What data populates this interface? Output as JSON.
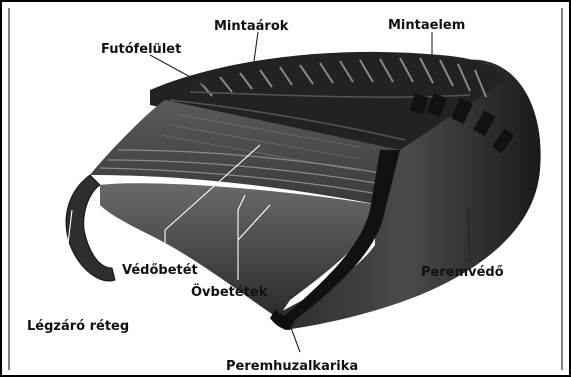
{
  "labels": {
    "tread_grooves": "Mintaárok",
    "tread_element": "Mintaelem",
    "tread_surface": "Futófelület",
    "protective_layer": "Védőbetét",
    "belts": "Övbetétek",
    "rim_protector": "Peremvédő",
    "inner_liner": "Légzáró réteg",
    "bead_wire": "Peremhuzalkarika"
  },
  "colors": {
    "background": "#ffffff",
    "frame": "#000000",
    "rubber_dark": "#1c1c1c",
    "rubber_mid": "#3a3a3a",
    "rubber_light": "#6e6e6e",
    "label_text": "#111111"
  }
}
